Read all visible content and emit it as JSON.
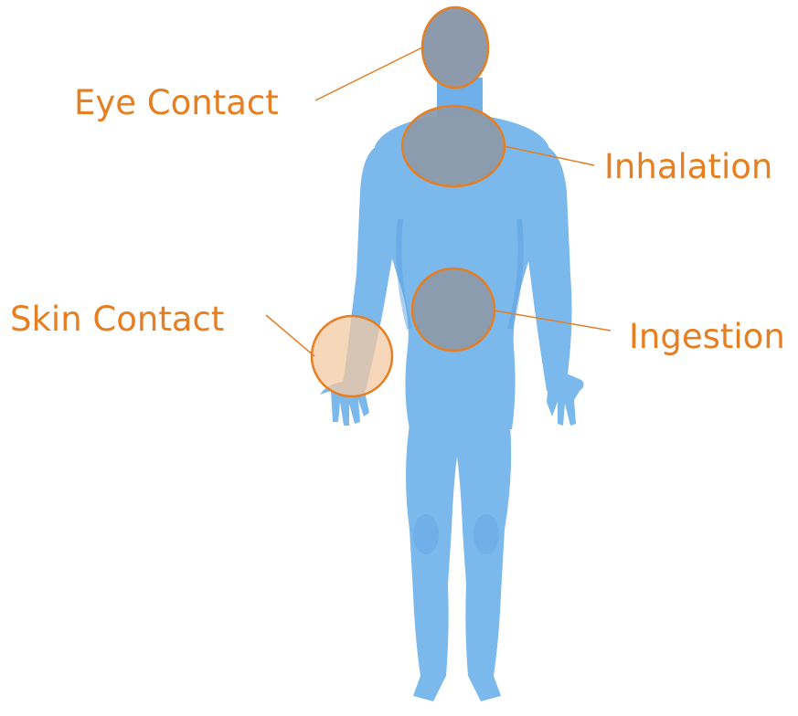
{
  "diagram": {
    "labels": {
      "eye_contact": "Eye Contact",
      "inhalation": "Inhalation",
      "skin_contact": "Skin Contact",
      "ingestion": "Ingestion"
    },
    "colors": {
      "accent": "#e67e22",
      "body": "#7bb8ec",
      "body_shade": "#5c9fe0",
      "zone_fill_gray": "#8c9aab",
      "zone_fill_skin": "#f4c9a3"
    },
    "graphics": {
      "figure": "human-body-silhouette-front",
      "zones": [
        "head-zone",
        "chest-zone",
        "abdomen-zone",
        "hand-zone"
      ]
    }
  }
}
